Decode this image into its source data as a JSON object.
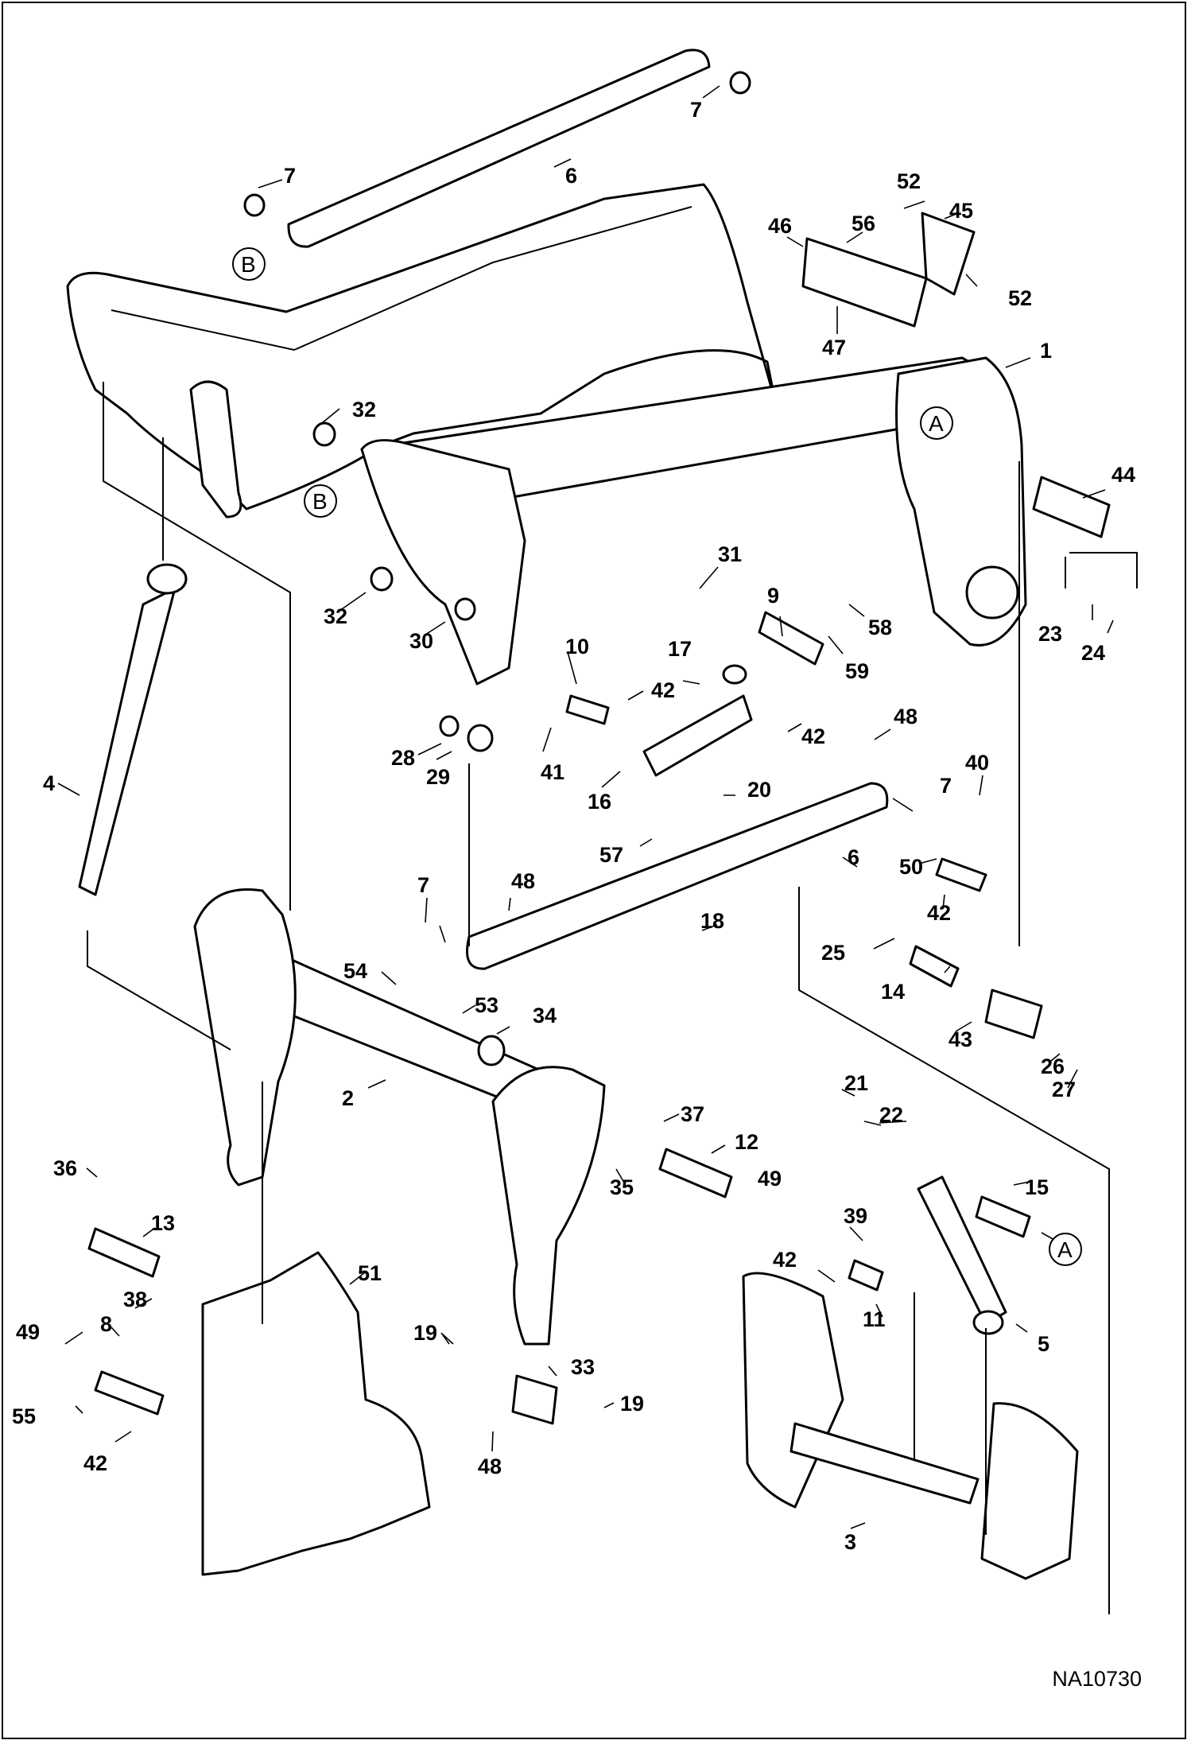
{
  "drawing_id": "NA10730",
  "ref_markers": [
    "A",
    "B"
  ],
  "callouts": [
    {
      "n": "7"
    },
    {
      "n": "6"
    },
    {
      "n": "7"
    },
    {
      "n": "52"
    },
    {
      "n": "45"
    },
    {
      "n": "46"
    },
    {
      "n": "56"
    },
    {
      "n": "52"
    },
    {
      "n": "47"
    },
    {
      "n": "1"
    },
    {
      "n": "32"
    },
    {
      "n": "44"
    },
    {
      "n": "31"
    },
    {
      "n": "9"
    },
    {
      "n": "58"
    },
    {
      "n": "32"
    },
    {
      "n": "30"
    },
    {
      "n": "10"
    },
    {
      "n": "17"
    },
    {
      "n": "59"
    },
    {
      "n": "42"
    },
    {
      "n": "23"
    },
    {
      "n": "24"
    },
    {
      "n": "42"
    },
    {
      "n": "28"
    },
    {
      "n": "29"
    },
    {
      "n": "41"
    },
    {
      "n": "48"
    },
    {
      "n": "16"
    },
    {
      "n": "20"
    },
    {
      "n": "40"
    },
    {
      "n": "4"
    },
    {
      "n": "7"
    },
    {
      "n": "57"
    },
    {
      "n": "6"
    },
    {
      "n": "50"
    },
    {
      "n": "7"
    },
    {
      "n": "48"
    },
    {
      "n": "42"
    },
    {
      "n": "18"
    },
    {
      "n": "25"
    },
    {
      "n": "54"
    },
    {
      "n": "14"
    },
    {
      "n": "53"
    },
    {
      "n": "34"
    },
    {
      "n": "43"
    },
    {
      "n": "26"
    },
    {
      "n": "21"
    },
    {
      "n": "27"
    },
    {
      "n": "2"
    },
    {
      "n": "22"
    },
    {
      "n": "37"
    },
    {
      "n": "12"
    },
    {
      "n": "36"
    },
    {
      "n": "13"
    },
    {
      "n": "35"
    },
    {
      "n": "49"
    },
    {
      "n": "15"
    },
    {
      "n": "39"
    },
    {
      "n": "51"
    },
    {
      "n": "42"
    },
    {
      "n": "38"
    },
    {
      "n": "11"
    },
    {
      "n": "8"
    },
    {
      "n": "49"
    },
    {
      "n": "19"
    },
    {
      "n": "33"
    },
    {
      "n": "5"
    },
    {
      "n": "19"
    },
    {
      "n": "55"
    },
    {
      "n": "42"
    },
    {
      "n": "48"
    },
    {
      "n": "3"
    }
  ]
}
